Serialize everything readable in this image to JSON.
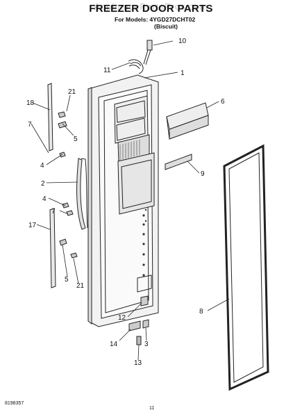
{
  "watermark": "AppliancePartsPros.com",
  "title": "FREEZER DOOR PARTS",
  "models_line": "For Models: 4YGD27DCHT02",
  "color_line": "(Biscuit)",
  "footer_left": "8198357",
  "page_number": "11",
  "callouts": [
    "10",
    "11",
    "1",
    "21",
    "18",
    "6",
    "7",
    "5",
    "4",
    "9",
    "2",
    "4",
    "7",
    "17",
    "5",
    "21",
    "8",
    "12",
    "14",
    "3",
    "13"
  ]
}
